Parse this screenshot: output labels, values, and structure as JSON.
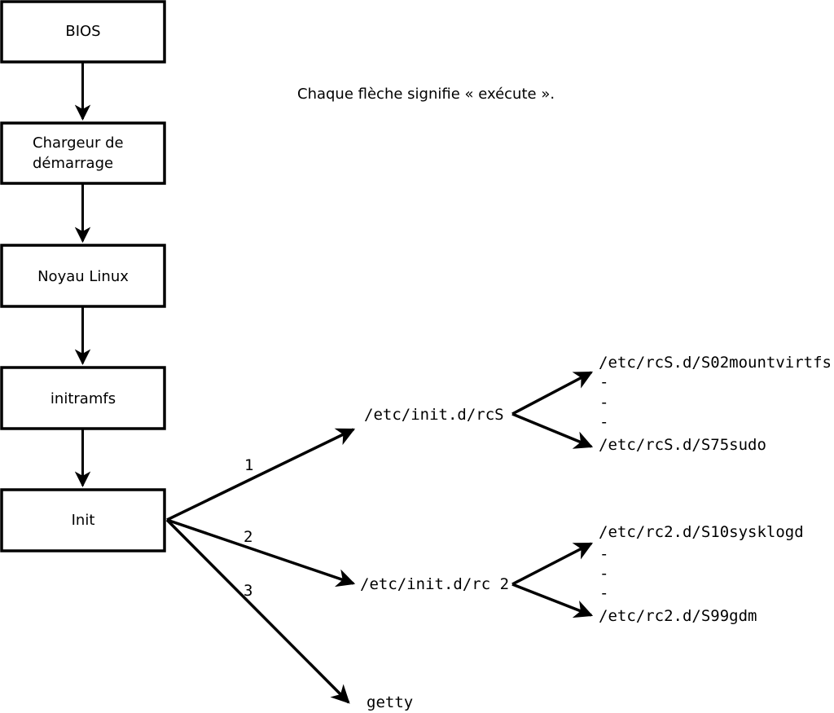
{
  "note": "Chaque flèche signifie « exécute ».",
  "flow_boxes": [
    {
      "lines": [
        "BIOS"
      ]
    },
    {
      "lines": [
        "Chargeur de",
        "démarrage"
      ]
    },
    {
      "lines": [
        "Noyau Linux"
      ]
    },
    {
      "lines": [
        "initramfs"
      ]
    },
    {
      "lines": [
        "Init"
      ]
    }
  ],
  "init_branches": [
    {
      "number": "1",
      "target": "/etc/init.d/rcS"
    },
    {
      "number": "2",
      "target": "/etc/init.d/rc 2"
    },
    {
      "number": "3",
      "target": "getty"
    }
  ],
  "rcS_scripts": {
    "first": "/etc/rcS.d/S02mountvirtfs",
    "more": [
      "-",
      "-",
      "-"
    ],
    "last": "/etc/rcS.d/S75sudo"
  },
  "rc2_scripts": {
    "first": "/etc/rc2.d/S10sysklogd",
    "more": [
      "-",
      "-",
      "-"
    ],
    "last": "/etc/rc2.d/S99gdm"
  },
  "colors": {
    "line": "#000000",
    "box_fill": "#ffffff",
    "background": "#ffffff"
  }
}
